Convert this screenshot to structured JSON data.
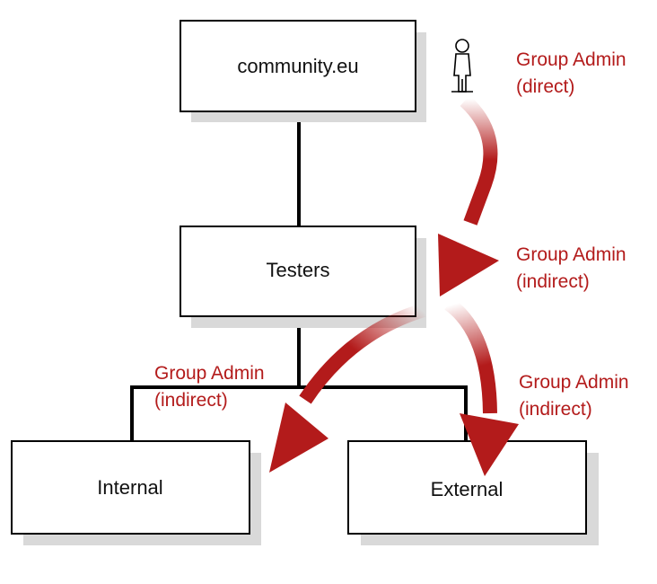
{
  "colors": {
    "accent": "#b31b1b",
    "box_border": "#000000",
    "box_shadow": "#d9d9d9",
    "connector": "#000000"
  },
  "nodes": {
    "root": {
      "label": "community.eu"
    },
    "testers": {
      "label": "Testers"
    },
    "internal": {
      "label": "Internal"
    },
    "external": {
      "label": "External"
    }
  },
  "annotations": {
    "direct": {
      "line1": "Group Admin",
      "line2": "(direct)"
    },
    "indirect_testers": {
      "line1": "Group Admin",
      "line2": "(indirect)"
    },
    "indirect_internal": {
      "line1": "Group Admin",
      "line2": "(indirect)"
    },
    "indirect_external": {
      "line1": "Group Admin",
      "line2": "(indirect)"
    }
  },
  "icons": {
    "admin_user": "user-icon"
  }
}
